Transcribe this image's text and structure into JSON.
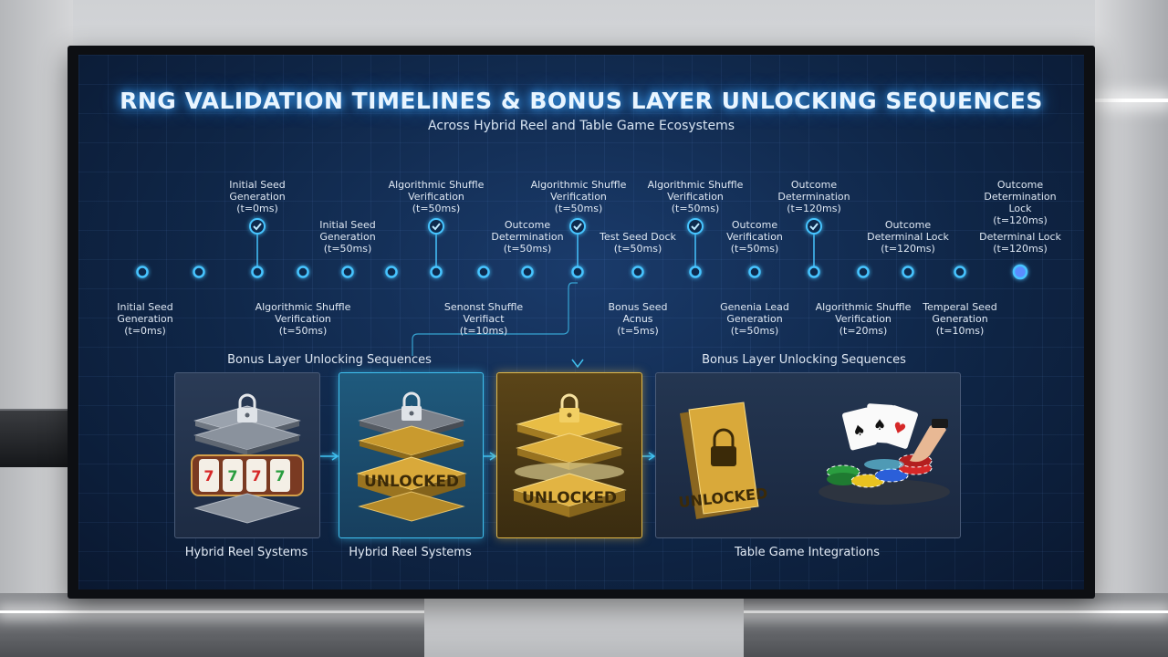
{
  "header": {
    "title": "RNG VALIDATION TIMELINES & BONUS LAYER UNLOCKING SEQUENCES",
    "subtitle": "Across Hybrid Reel and Table Game Ecosystems"
  },
  "timeline": {
    "above": [
      {
        "lines": [
          "Initial Seed",
          "Generation",
          "(t=0ms)"
        ]
      },
      {
        "lines": [
          "Initial Seed",
          "Generation",
          "(t=50ms)"
        ]
      },
      {
        "lines": [
          "Algorithmic Shuffle",
          "Verification",
          "(t=50ms)"
        ]
      },
      {
        "lines": [
          "Outcome",
          "Determination",
          "(t=50ms)"
        ]
      },
      {
        "lines": [
          "Algorithmic Shuffle",
          "Verification",
          "(t=50ms)"
        ]
      },
      {
        "lines": [
          "Test Seed Dock",
          "(t=50ms)"
        ]
      },
      {
        "lines": [
          "Algorithmic Shuffle",
          "Verification",
          "(t=50ms)"
        ]
      },
      {
        "lines": [
          "Outcome",
          "Verification",
          "(t=50ms)"
        ]
      },
      {
        "lines": [
          "Outcome",
          "Determination",
          "(t=120ms)"
        ]
      },
      {
        "lines": [
          "Outcome",
          "Determinal Lock",
          "(t=120ms)"
        ]
      },
      {
        "lines": [
          "Outcome",
          "Determination",
          "Lock",
          "(t=120ms)"
        ]
      },
      {
        "lines": [
          "Determinal Lock",
          "(t=120ms)"
        ]
      }
    ],
    "below": [
      {
        "lines": [
          "Initial Seed",
          "Generation",
          "(t=0ms)"
        ]
      },
      {
        "lines": [
          "Algorithmic Shuffle",
          "Verification",
          "(t=50ms)"
        ]
      },
      {
        "lines": [
          "Senonst Shuffle",
          "Verifiact",
          "(t=10ms)"
        ]
      },
      {
        "lines": [
          "Bonus Seed",
          "Acnus",
          "(t=5ms)"
        ]
      },
      {
        "lines": [
          "Genenia Lead",
          "Generation",
          "(t=50ms)"
        ]
      },
      {
        "lines": [
          "Algorithmic Shuffle",
          "Verification",
          "(t=20ms)"
        ]
      },
      {
        "lines": [
          "Temperal Seed",
          "Generation",
          "(t=10ms)"
        ]
      }
    ]
  },
  "bonus": {
    "section_left": "Bonus Layer Unlocking Sequences",
    "section_right": "Bonus Layer Unlocking Sequences",
    "unlocked_text": "UNLOCKED",
    "captions": {
      "panel1": "Hybrid Reel Systems",
      "panel2": "Hybrid Reel Systems",
      "panel4": "Table Game Integrations"
    }
  },
  "colors": {
    "accent": "#3fc1f0",
    "gold": "#e0b84a",
    "screen_bg": "#0f2647"
  }
}
